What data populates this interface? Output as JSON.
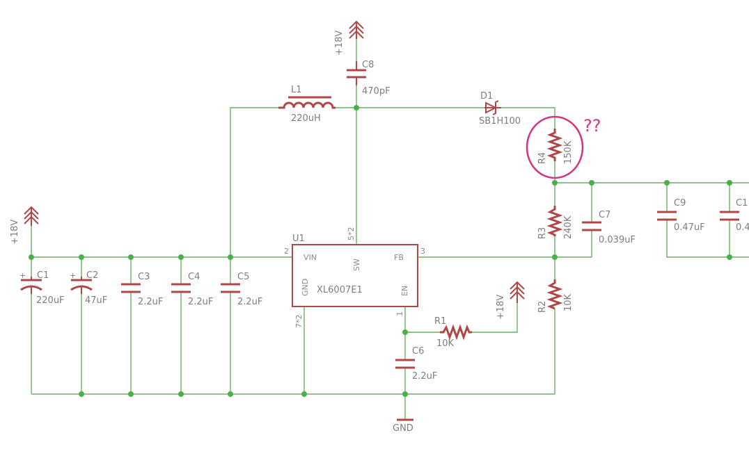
{
  "annotation": {
    "text": "??",
    "color": "#d6337f"
  },
  "colors": {
    "wire": "#66b266",
    "symbol": "#b04646",
    "junction": "#49b049",
    "text": "#7d7d7d"
  },
  "power": {
    "top_18v": "+18V",
    "left_18v": "+18V",
    "r1_18v": "+18V",
    "gnd": "GND"
  },
  "ic": {
    "ref": "U1",
    "part": "XL6007E1",
    "vin": "VIN",
    "sw": "SW",
    "fb": "FB",
    "gnd": "GND",
    "en": "EN",
    "pin_vin": "2",
    "pin_sw": "5*2",
    "pin_fb": "3",
    "pin_gnd": "7*2",
    "pin_en": "1"
  },
  "components": {
    "c1": {
      "ref": "C1",
      "value": "220uF"
    },
    "c2": {
      "ref": "C2",
      "value": "47uF"
    },
    "c3": {
      "ref": "C3",
      "value": "2.2uF"
    },
    "c4": {
      "ref": "C4",
      "value": "2.2uF"
    },
    "c5": {
      "ref": "C5",
      "value": "2.2uF"
    },
    "c6": {
      "ref": "C6",
      "value": "2.2uF"
    },
    "c7": {
      "ref": "C7",
      "value": "0.039uF"
    },
    "c8": {
      "ref": "C8",
      "value": "470pF"
    },
    "c9": {
      "ref": "C9",
      "value": "0.47uF"
    },
    "c10": {
      "ref": "C1",
      "value": "0.4"
    },
    "l1": {
      "ref": "L1",
      "value": "220uH"
    },
    "d1": {
      "ref": "D1",
      "value": "SB1H100"
    },
    "r1": {
      "ref": "R1",
      "value": "10K"
    },
    "r2": {
      "ref": "R2",
      "value": "10K"
    },
    "r3": {
      "ref": "R3",
      "value": "240K"
    },
    "r4": {
      "ref": "R4",
      "value": "150K"
    }
  }
}
